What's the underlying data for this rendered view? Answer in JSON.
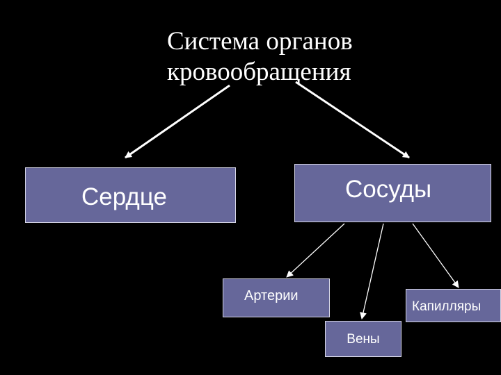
{
  "diagram": {
    "title_line1": "Система органов",
    "title_line2": "кровообращения",
    "nodes": {
      "heart": "Сердце",
      "vessels": "Сосуды",
      "arteries": "Артерии",
      "veins": "Вены",
      "capillaries": "Капилляры"
    },
    "colors": {
      "background": "#000000",
      "node_fill": "#66679a",
      "arrow": "#ffffff",
      "text": "#ffffff"
    }
  }
}
